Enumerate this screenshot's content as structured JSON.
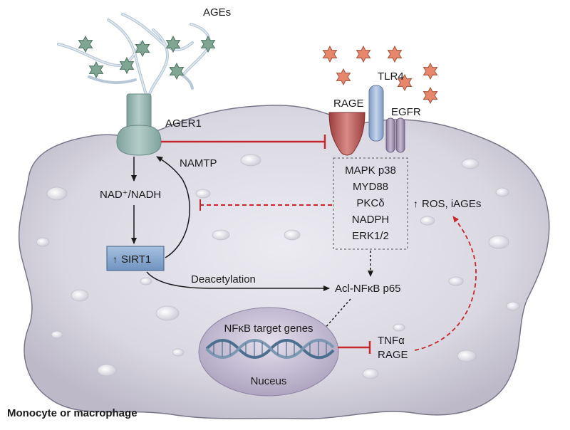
{
  "labels": {
    "ages": "AGEs",
    "ager1": "AGER1",
    "tlr4": "TLR4",
    "rage": "RAGE",
    "egfr": "EGFR",
    "namtp": "NAMTP",
    "nad_nadh": "NAD⁺/NADH",
    "sirt1": "SIRT1",
    "up_arrow": "↑",
    "ros": "ROS, iAGEs",
    "deacetylation": "Deacetylation",
    "acl_nfkb": "Acl-NFκB p65",
    "nfkb_target_genes": "NFκB target genes",
    "nucleus": "Nuceus",
    "tnfa": "TNFα",
    "rage_gene": "RAGE",
    "cell_type": "Monocyte or macrophage"
  },
  "signaling_box": [
    "MAPK p38",
    "MYD88",
    "PKCδ",
    "NADPH",
    "ERK1/2"
  ],
  "colors": {
    "cell_fill": "#d8d6e0",
    "cell_stroke": "#6d6a7c",
    "receptor_teal": "#9ab8b3",
    "star_green": "#7ea693",
    "star_orange": "#e7876b",
    "rage_red": "#b75757",
    "tlr4_blue": "#9db5d6",
    "egfr_purple": "#a99bbb",
    "sirt1_blue": "#86a6cc",
    "inhibit_red": "#c8282d",
    "nucleus_fill": "#b9b0c9",
    "dna_blue": "#4d6f8f"
  }
}
